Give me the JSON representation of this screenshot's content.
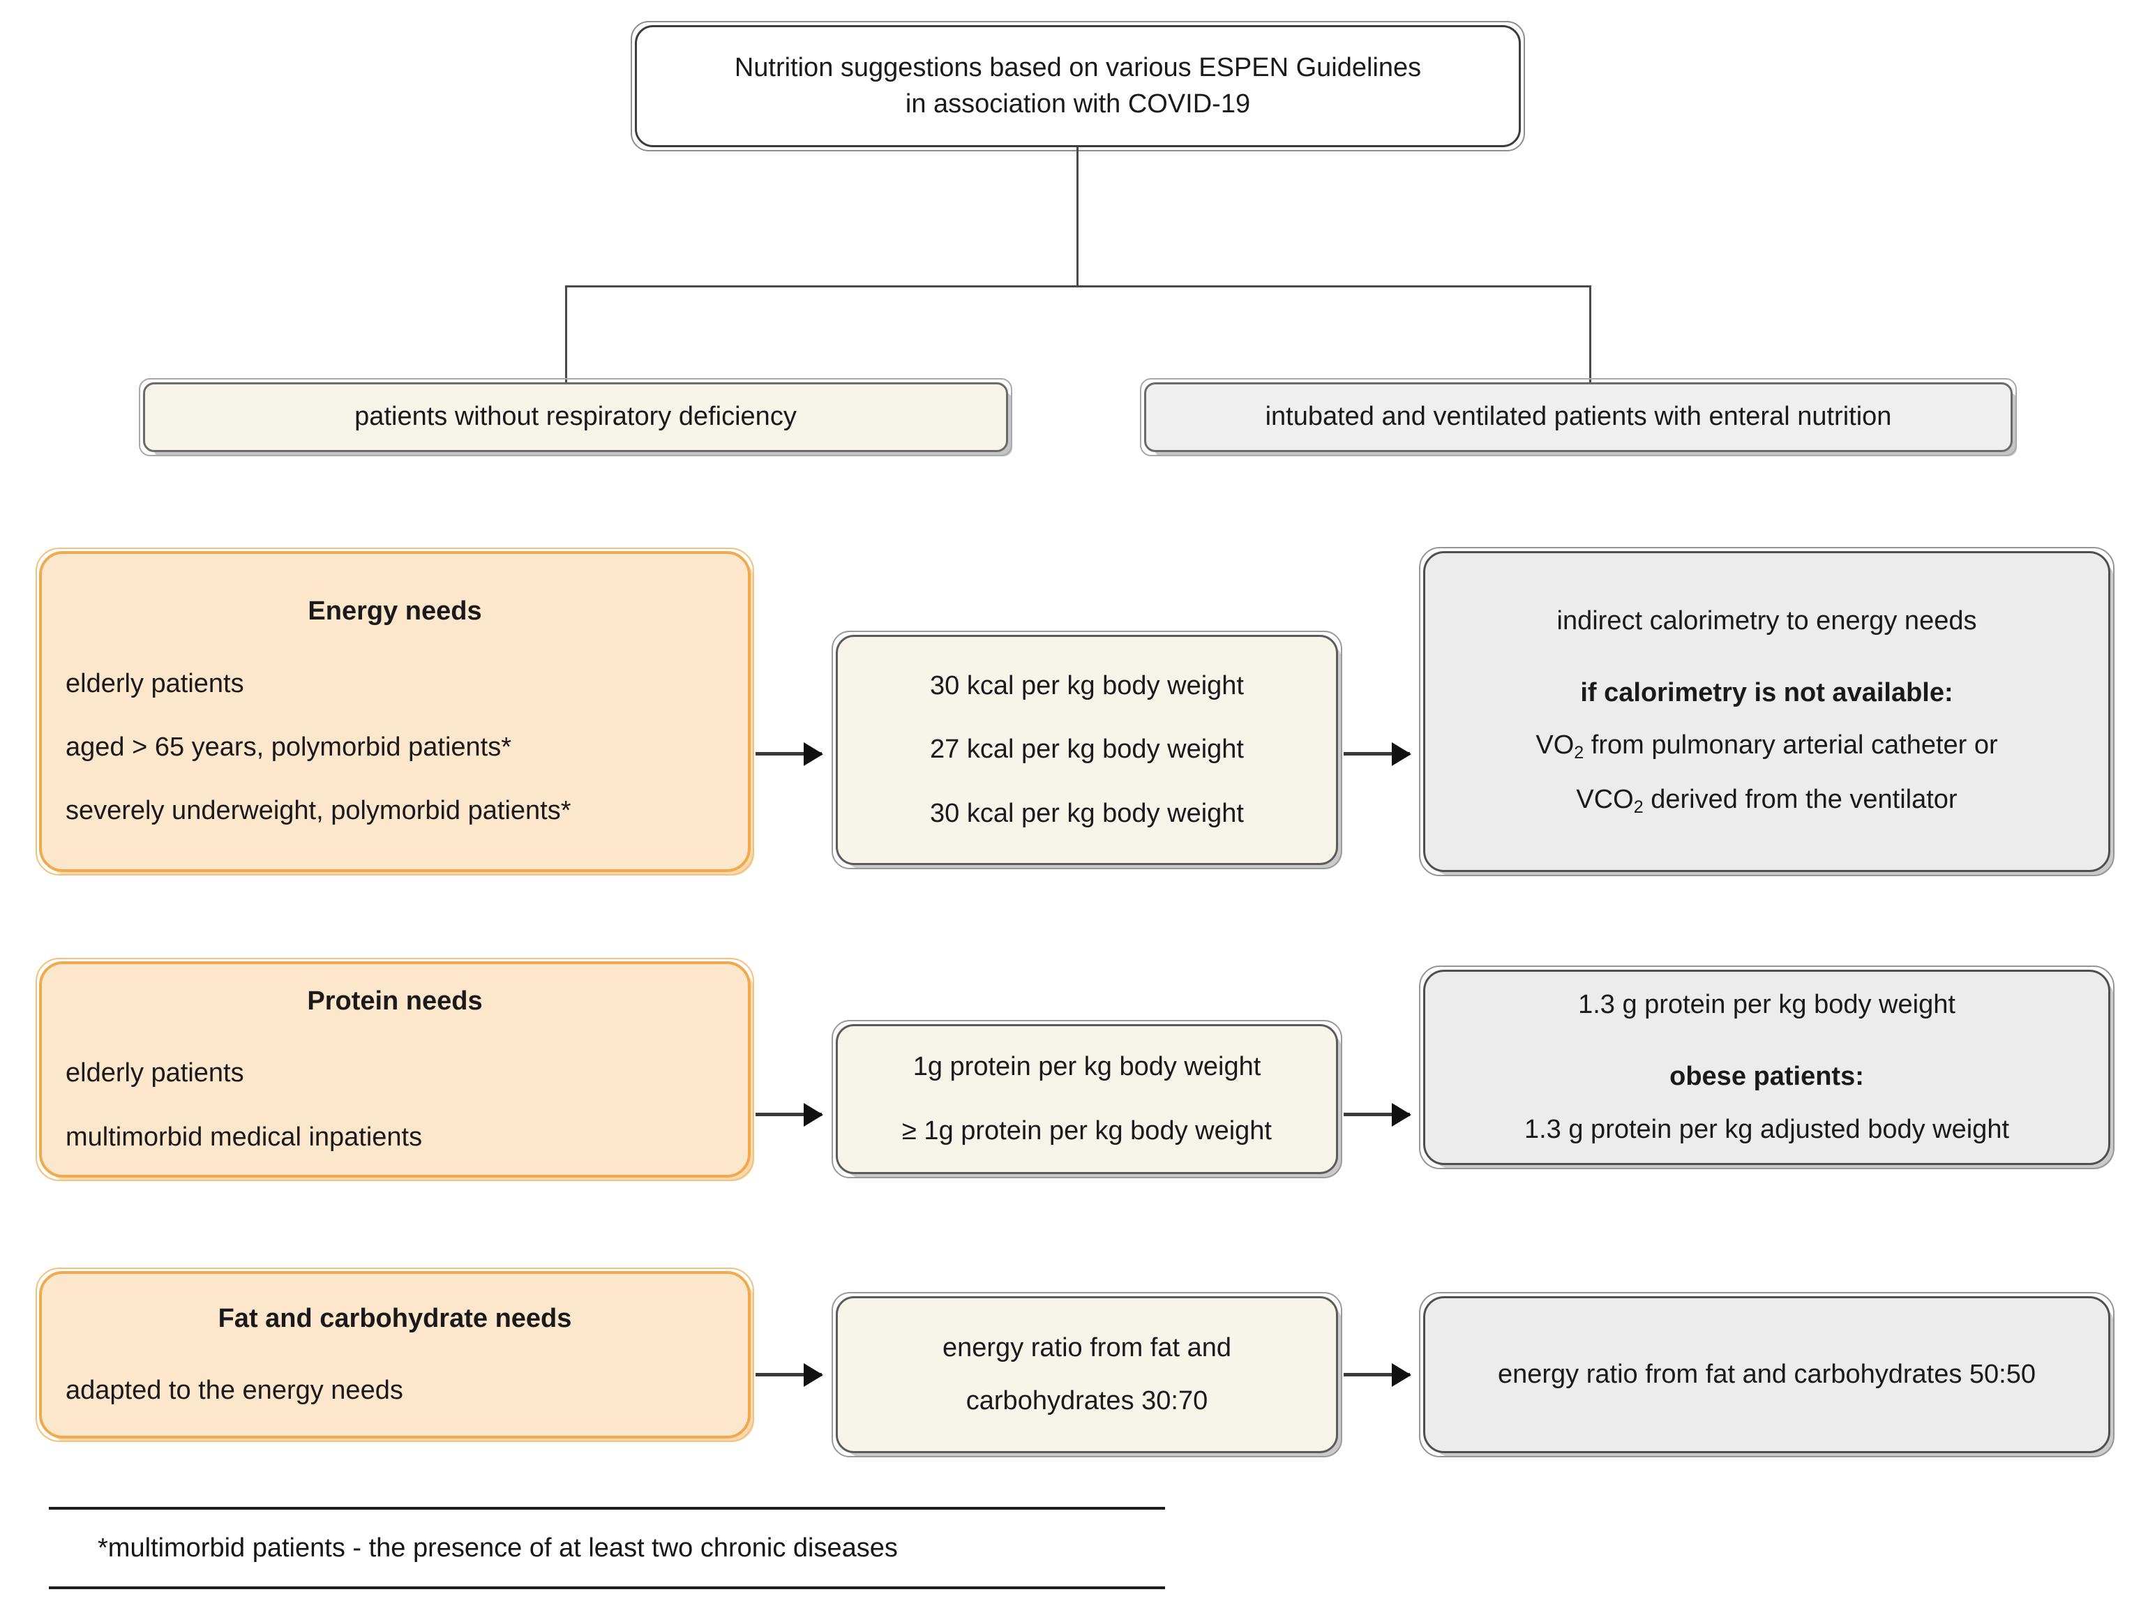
{
  "title": {
    "line1": "Nutrition suggestions based on various ESPEN Guidelines",
    "line2": "in association with COVID-19"
  },
  "branches": {
    "left": "patients without respiratory deficiency",
    "right": "intubated and ventilated patients with enteral nutrition"
  },
  "rows": [
    {
      "id": "energy",
      "category": {
        "heading": "Energy needs",
        "items": [
          "elderly patients",
          "aged > 65 years, polymorbid patients*",
          "severely underweight, polymorbid patients*"
        ]
      },
      "middle": {
        "items": [
          "30 kcal per kg body weight",
          "27 kcal per kg body weight",
          "30 kcal per kg body weight"
        ]
      },
      "right": {
        "line1": "indirect calorimetry to energy needs",
        "bold": "if calorimetry is not available:",
        "line2_pre": "VO",
        "line2_sub": "2",
        "line2_post": " from pulmonary arterial catheter or",
        "line3_pre": "VCO",
        "line3_sub": "2",
        "line3_post": " derived from the ventilator"
      }
    },
    {
      "id": "protein",
      "category": {
        "heading": "Protein needs",
        "items": [
          "elderly patients",
          "multimorbid medical inpatients"
        ]
      },
      "middle": {
        "items": [
          "1g protein per kg body weight",
          "≥ 1g protein per kg body weight"
        ]
      },
      "right": {
        "line1": "1.3 g protein per kg body weight",
        "bold": "obese patients:",
        "line2": "1.3 g protein per kg adjusted body weight"
      }
    },
    {
      "id": "fat-carb",
      "category": {
        "heading": "Fat and carbohydrate needs",
        "items": [
          "adapted to the energy needs"
        ]
      },
      "middle": {
        "items": [
          "energy ratio from fat and",
          "carbohydrates 30:70"
        ]
      },
      "right": {
        "line1": "energy ratio from fat and carbohydrates 50:50"
      }
    }
  ],
  "footnote": "*multimorbid patients -  the presence of at least two chronic diseases",
  "colors": {
    "category_fill": "#fce6cc",
    "category_border": "#f0a94c",
    "middle_fill": "#f7f4ea",
    "right_fill": "#ececec",
    "branch_left_fill": "#f7f4ea",
    "branch_right_fill": "#efefef",
    "connector": "#4a4a4a"
  }
}
